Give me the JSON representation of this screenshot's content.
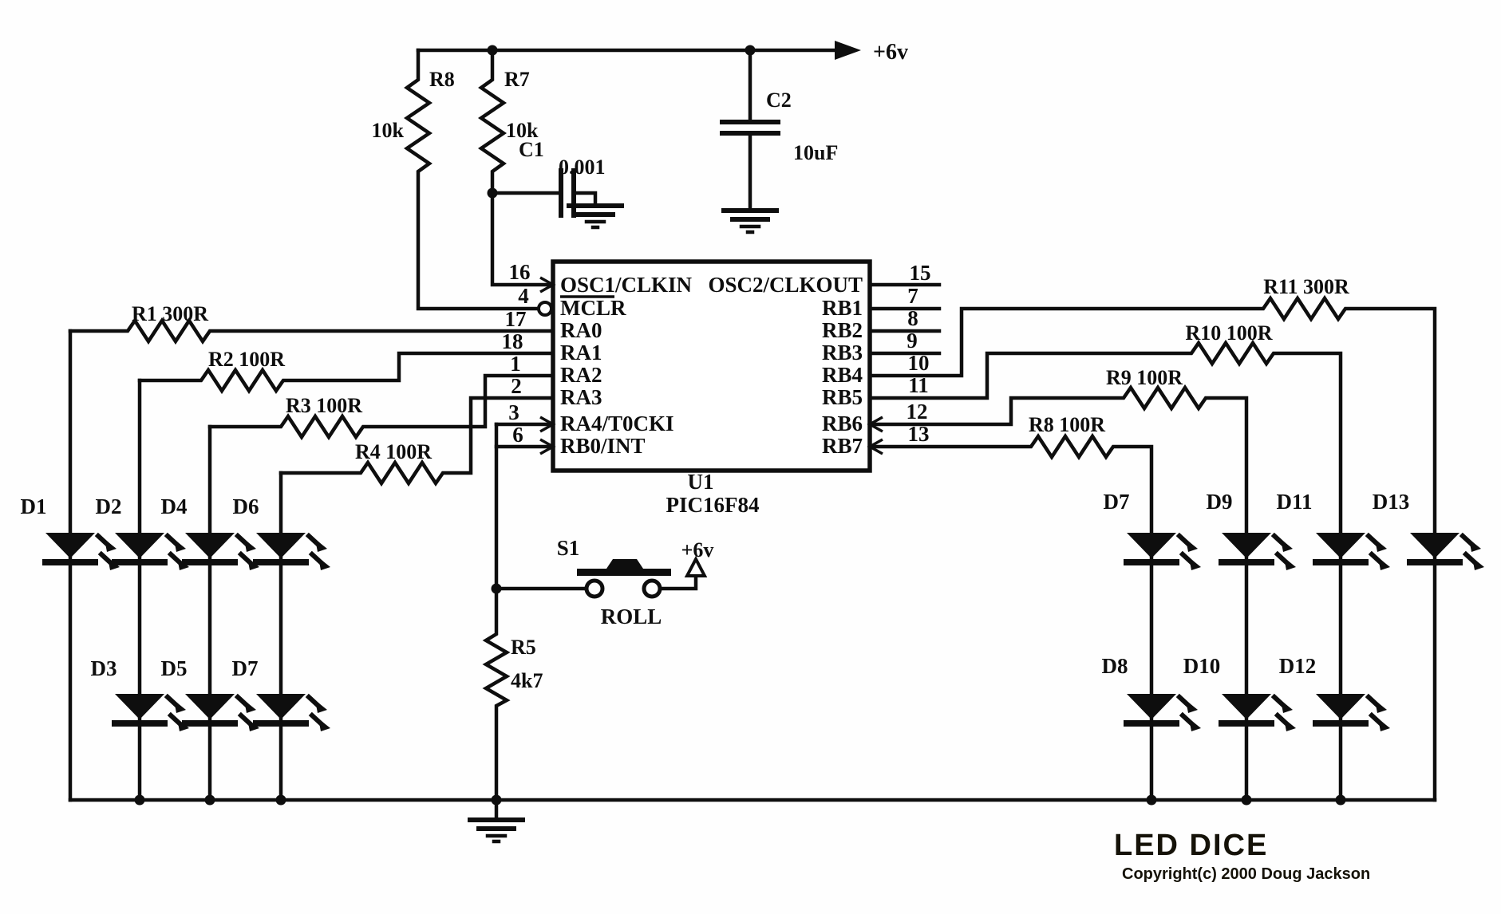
{
  "schematic": {
    "power": {
      "top_label": "+6v",
      "switch_label": "+6v"
    },
    "timing": {
      "r8_top": {
        "ref": "R8",
        "value": "10k"
      },
      "r7": {
        "ref": "R7",
        "value": "10k"
      },
      "c1": {
        "ref": "C1",
        "value": "0.001"
      },
      "c2": {
        "ref": "C2",
        "value": "10uF"
      }
    },
    "ic": {
      "ref": "U1",
      "part": "PIC16F84",
      "left_pins": [
        {
          "num": "16",
          "name": "OSC1/CLKIN"
        },
        {
          "num": "4",
          "name": "MCLR"
        },
        {
          "num": "17",
          "name": "RA0"
        },
        {
          "num": "18",
          "name": "RA1"
        },
        {
          "num": "1",
          "name": "RA2"
        },
        {
          "num": "2",
          "name": "RA3"
        },
        {
          "num": "3",
          "name": "RA4/T0CKI"
        },
        {
          "num": "6",
          "name": "RB0/INT"
        }
      ],
      "right_pins": [
        {
          "num": "15",
          "name": "OSC2/CLKOUT"
        },
        {
          "num": "7",
          "name": "RB1"
        },
        {
          "num": "8",
          "name": "RB2"
        },
        {
          "num": "9",
          "name": "RB3"
        },
        {
          "num": "10",
          "name": "RB4"
        },
        {
          "num": "11",
          "name": "RB5"
        },
        {
          "num": "12",
          "name": "RB6"
        },
        {
          "num": "13",
          "name": "RB7"
        }
      ]
    },
    "left_resistors": [
      {
        "label": "R1 300R"
      },
      {
        "label": "R2 100R"
      },
      {
        "label": "R3 100R"
      },
      {
        "label": "R4 100R"
      }
    ],
    "right_resistors": [
      {
        "label": "R8 100R"
      },
      {
        "label": "R9 100R"
      },
      {
        "label": "R10 100R"
      },
      {
        "label": "R11 300R"
      }
    ],
    "r5": {
      "ref": "R5",
      "value": "4k7"
    },
    "switch": {
      "ref": "S1",
      "action": "ROLL"
    },
    "leds": {
      "left_top": [
        "D1",
        "D2",
        "D4",
        "D6"
      ],
      "left_bottom": [
        "D3",
        "D5",
        "D7"
      ],
      "right_top": [
        "D7",
        "D9",
        "D11",
        "D13"
      ],
      "right_bottom": [
        "D8",
        "D10",
        "D12"
      ]
    },
    "footer": {
      "title": "LED DICE",
      "copyright": "Copyright(c) 2000 Doug Jackson"
    }
  }
}
